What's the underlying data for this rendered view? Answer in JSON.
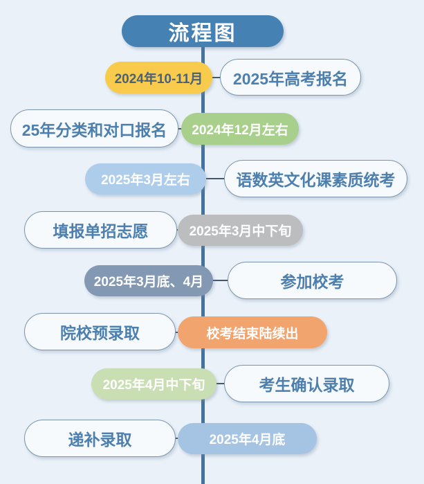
{
  "title": "流程图",
  "colors": {
    "background": "#eaf1f9",
    "timeline": "#3f74a6",
    "title_bg": "#4681b4",
    "title_text": "#ffffff",
    "bubble_bg": "#f6fafd",
    "bubble_border": "#7c95ac",
    "bubble_text": "#4d7fae",
    "connector": "#44566b"
  },
  "rows": [
    {
      "side": "right",
      "date": "2024年10-11月",
      "event": "2025年高考报名",
      "pill_bg": "#f8cb4c",
      "pill_text": "#4a6178"
    },
    {
      "side": "left",
      "date": "2024年12月左右",
      "event": "25年分类和对口报名",
      "pill_bg": "#a9cf8d",
      "pill_text": "#ffffff"
    },
    {
      "side": "right",
      "date": "2025年3月左右",
      "event": "语数英文化课素质统考",
      "pill_bg": "#aecdea",
      "pill_text": "#ffffff"
    },
    {
      "side": "left",
      "date": "2025年3月中下旬",
      "event": "填报单招志愿",
      "pill_bg": "#bbbdbf",
      "pill_text": "#ffffff"
    },
    {
      "side": "right",
      "date": "2025年3月底、4月",
      "event": "参加校考",
      "pill_bg": "#8398b2",
      "pill_text": "#ffffff"
    },
    {
      "side": "left",
      "date": "校考结束陆续出",
      "event": "院校预录取",
      "pill_bg": "#f2a46f",
      "pill_text": "#ffffff"
    },
    {
      "side": "right",
      "date": "2025年4月中下旬",
      "event": "考生确认录取",
      "pill_bg": "#c9deb2",
      "pill_text": "#ffffff"
    },
    {
      "side": "left",
      "date": "2025年4月底",
      "event": "递补录取",
      "pill_bg": "#a5c4e4",
      "pill_text": "#ffffff"
    }
  ]
}
